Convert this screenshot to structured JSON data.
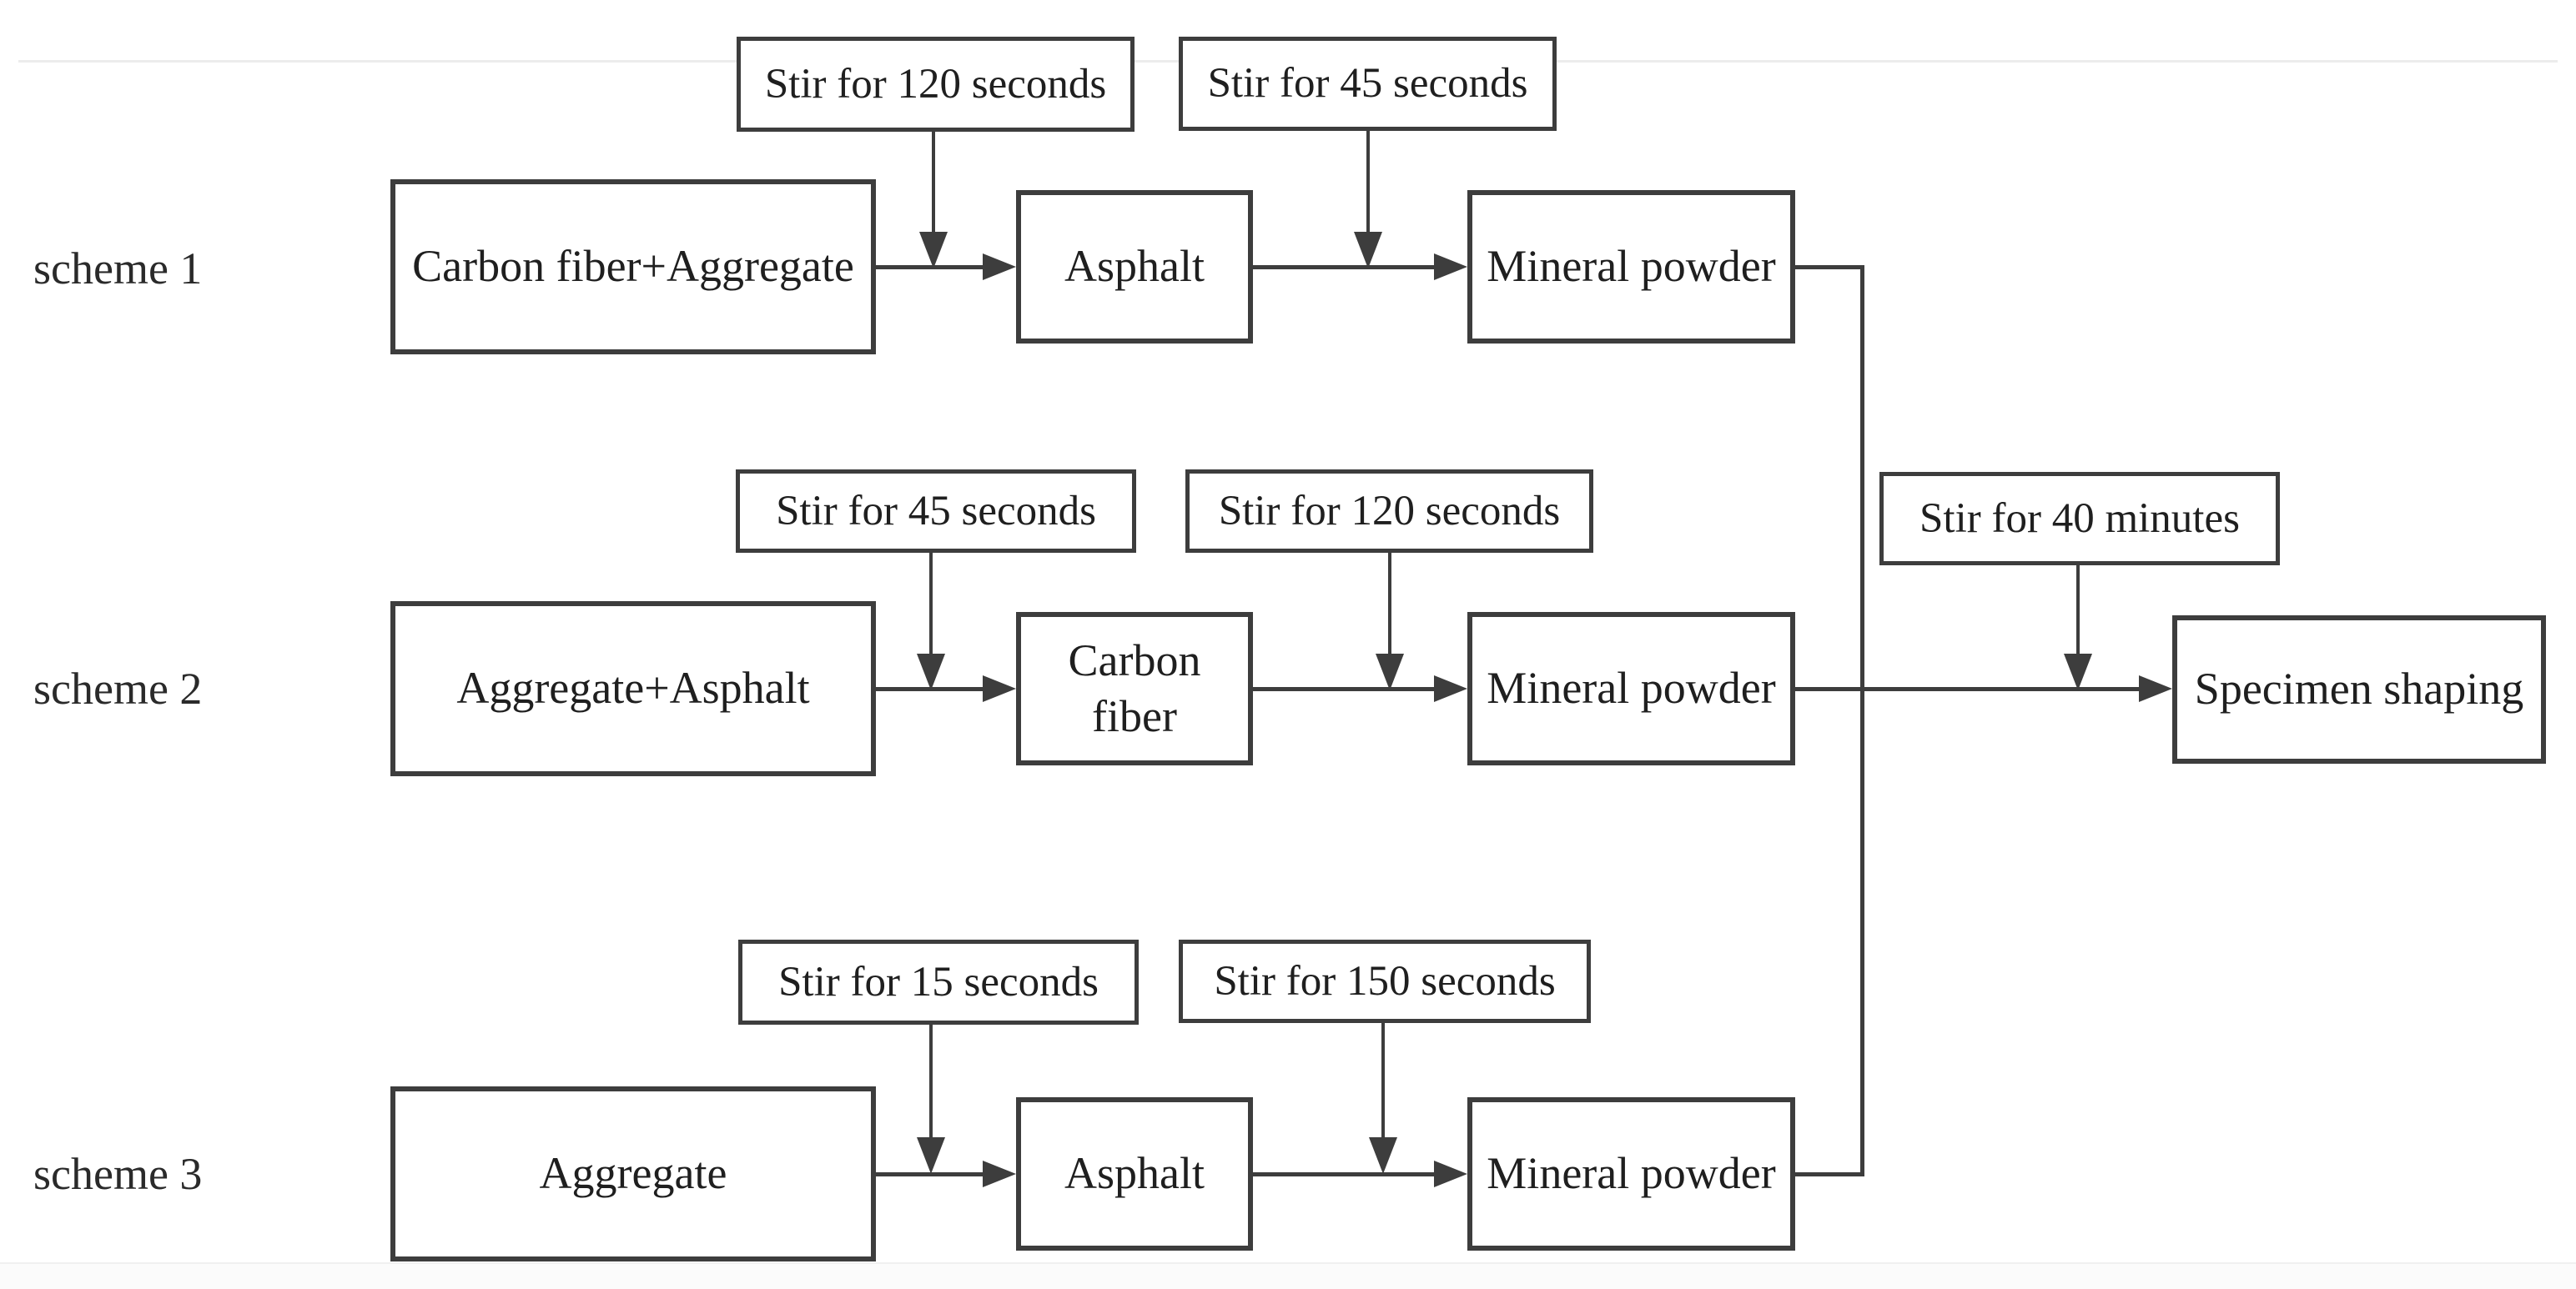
{
  "diagram_type": "flowchart",
  "schemes": [
    {
      "label": "scheme 1",
      "steps": [
        "Carbon fiber+Aggregate",
        "Asphalt",
        "Mineral powder"
      ],
      "stirs": [
        "Stir for 120 seconds",
        "Stir for 45 seconds"
      ]
    },
    {
      "label": "scheme 2",
      "steps": [
        "Aggregate+Asphalt",
        "Carbon fiber",
        "Mineral powder"
      ],
      "stirs": [
        "Stir for 45 seconds",
        "Stir for 120 seconds"
      ]
    },
    {
      "label": "scheme 3",
      "steps": [
        "Aggregate",
        "Asphalt",
        "Mineral powder"
      ],
      "stirs": [
        "Stir for 15 seconds",
        "Stir for 150 seconds"
      ]
    }
  ],
  "final_stage": {
    "stir": "Stir for 40 minutes",
    "step": "Specimen shaping"
  },
  "colors": {
    "line": "#3d3d3d",
    "text": "#1f1f1f",
    "background": "#ffffff"
  }
}
